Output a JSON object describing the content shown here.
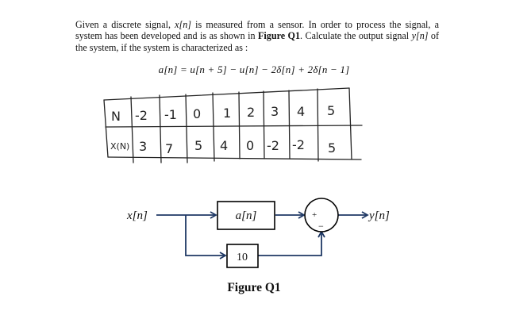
{
  "problem": {
    "text_1": "Given a discrete signal, ",
    "x_n": "x[n]",
    "text_2": " is measured from a sensor. In order to process the signal, a system has been developed and is as shown in ",
    "figure_ref": "Figure Q1",
    "text_3": ". Calculate the output signal ",
    "y_n": "y[n]",
    "text_4": " of the system, if the system is characterized as :"
  },
  "equation": "a[n] = u[n + 5] − u[n] − 2δ[n] + 2δ[n − 1]",
  "table": {
    "row_labels": [
      "N",
      "X(N)"
    ],
    "n_values": [
      "-2",
      "-1",
      "0",
      "1",
      "2",
      "3",
      "4",
      "5"
    ],
    "x_values": [
      "3",
      "7",
      "5",
      "4",
      "0",
      "-2",
      "-2",
      "5"
    ]
  },
  "diagram": {
    "input_label": "x[n]",
    "block_a_label": "a[n]",
    "gain_label": "10",
    "plus_sign": "+",
    "minus_sign": "−",
    "output_label": "y[n]",
    "line_color": "#1f3864"
  },
  "caption": "Figure Q1"
}
